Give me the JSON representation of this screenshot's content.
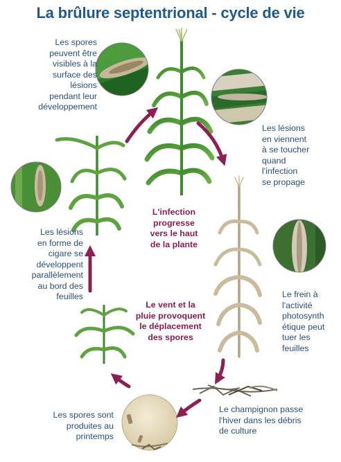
{
  "title": "La brûlure septentrional - cycle de vie",
  "colors": {
    "title": "#1f5a8a",
    "caption": "#2a4f7a",
    "center_text": "#8c1d4e",
    "arrow": "#8e1f52",
    "leaf": "#4f9a33",
    "leaf_dark": "#3c7c26",
    "dead_plant": "#b9a98a"
  },
  "captions": {
    "spores_visible": "Les spores\npeuvent être\nvisibles à la\nsurface des\nlésions\npendant leur\ndéveloppement",
    "lesions_touch": "Les lésions\nen viennent\nà se toucher\nquand\nl'infection\nse propage",
    "cigar_lesions": "Les lésions\nen forme de\ncigare se\ndéveloppent\nparallèlement\nau bord des\nfeuilles",
    "photosynthesis": "Le frein à\nl'activité\nphotosynth\nétique peut\ntuer les\nfeuilles",
    "overwinter": "Le champignon passe\nl'hiver dans les débris\nde culture",
    "spores_spring": "Les spores sont\nproduites au\nprintemps",
    "infection_up": "L'infection\nprogresse\nvers le haut\nde la plante",
    "wind_rain": "Le vent et la\npluie provoquent\nle déplacement\ndes spores"
  },
  "icons": [
    "leaf-lesion-closeup",
    "spore-disc",
    "corn-plant",
    "crop-debris",
    "cycle-arrow"
  ]
}
